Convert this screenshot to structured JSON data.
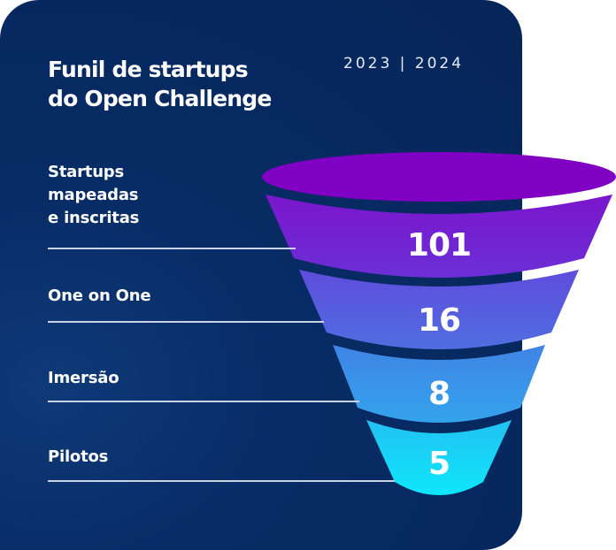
{
  "title_line1": "Funil de startups",
  "title_line2": "do Open Challenge",
  "years": "2023 | 2024",
  "chart_data": {
    "type": "funnel",
    "title": "Funil de startups do Open Challenge",
    "subtitle": "2023 | 2024",
    "stages": [
      {
        "label_lines": [
          "Startups",
          "mapeadas",
          "e inscritas"
        ],
        "value": 101,
        "value_label": "101",
        "color": "#7a1fd0"
      },
      {
        "label_lines": [
          "One on One"
        ],
        "value": 16,
        "value_label": "16",
        "color": "#5a55dd"
      },
      {
        "label_lines": [
          "Imersão"
        ],
        "value": 8,
        "value_label": "8",
        "color": "#3a8ae6"
      },
      {
        "label_lines": [
          "Pilotos"
        ],
        "value": 5,
        "value_label": "5",
        "color": "#17d2f5"
      }
    ]
  }
}
